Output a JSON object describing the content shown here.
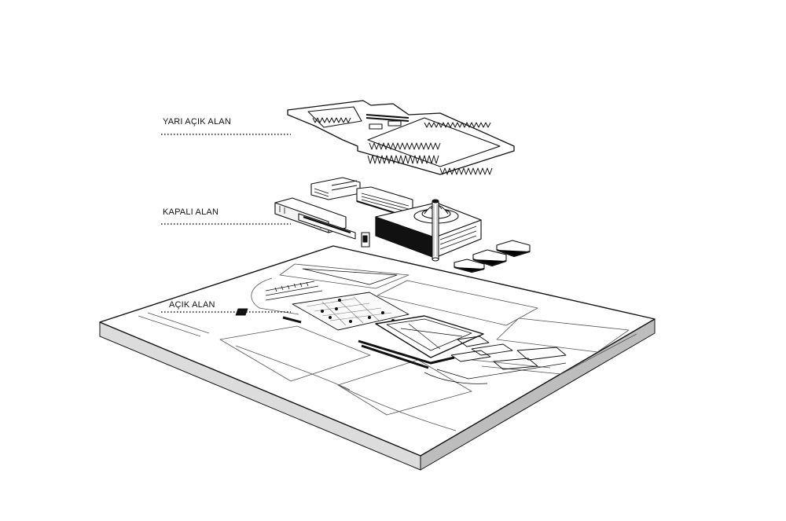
{
  "labels": {
    "semi_open": "YARI AÇIK ALAN",
    "closed": "KAPALI ALAN",
    "open": "AÇIK ALAN"
  },
  "colors": {
    "ink": "#111111",
    "paper": "#ffffff",
    "slab_side": "#dcdcdc",
    "slab_front": "#c6c6c6"
  }
}
